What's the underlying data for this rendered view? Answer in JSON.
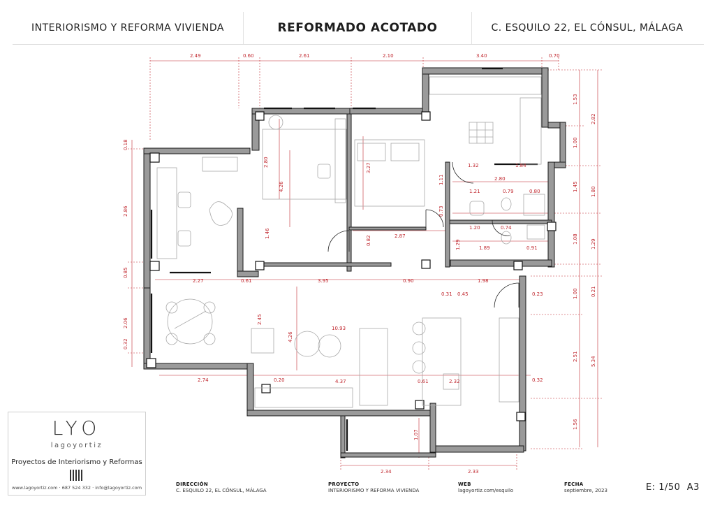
{
  "header": {
    "left": "INTERIORISMO Y REFORMA VIVIENDA",
    "center": "REFORMADO ACOTADO",
    "right": "C. ESQUILO 22, EL CÓNSUL, MÁLAGA"
  },
  "plan": {
    "top_dims": [
      "2.49",
      "0.60",
      "2.61",
      "2.10",
      "3.40",
      "0.70"
    ],
    "bottom_dims": [
      "2.34",
      "2.33"
    ],
    "left_dims": [
      "0.18",
      "2.86",
      "0.85",
      "2.06",
      "0.32"
    ],
    "right_dims_inner": [
      "1.53",
      "1.00",
      "1.45",
      "1.08",
      "1.00",
      "2.51",
      "1.56"
    ],
    "right_dims_outer": [
      "2.82",
      "1.80",
      "1.29",
      "0.21",
      "5.34"
    ],
    "interior_dims": [
      "2.80",
      "4.26",
      "1.46",
      "3.27",
      "1.11",
      "0.73",
      "0.82",
      "2.87",
      "1.32",
      "1.84",
      "2.80",
      "1.21",
      "0.79",
      "0.80",
      "1.20",
      "0.74",
      "1.29",
      "1.89",
      "0.91",
      "2.27",
      "0.61",
      "3.95",
      "0.90",
      "1.98",
      "0.31",
      "0.45",
      "0.23",
      "2.45",
      "10.93",
      "4.26",
      "2.74",
      "0.20",
      "4.37",
      "0.61",
      "2.32",
      "0.32",
      "1.07"
    ],
    "colors": {
      "dimension": "#c0262d",
      "wall_fill": "#9a9a9a",
      "wall_stroke": "#1a1a1a",
      "furniture": "#a8a8a8"
    }
  },
  "logo": {
    "mark": "LYO",
    "name": "lagoyortiz",
    "tagline": "Proyectos de Interiorismo y Reformas",
    "contact": "www.lagoyortiz.com · 687 524 332 · info@lagoyortiz.com"
  },
  "footer": {
    "direccion_label": "DIRECCIÓN",
    "direccion_value": "C. ESQUILO 22, EL CÓNSUL, MÁLAGA",
    "proyecto_label": "PROYECTO",
    "proyecto_value": "INTERIORISMO Y REFORMA VIVIENDA",
    "web_label": "WEB",
    "web_value": "lagoyortiz.com/esquilo",
    "fecha_label": "FECHA",
    "fecha_value": "septiembre, 2023",
    "scale": "E: 1/50",
    "paper": "A3"
  }
}
